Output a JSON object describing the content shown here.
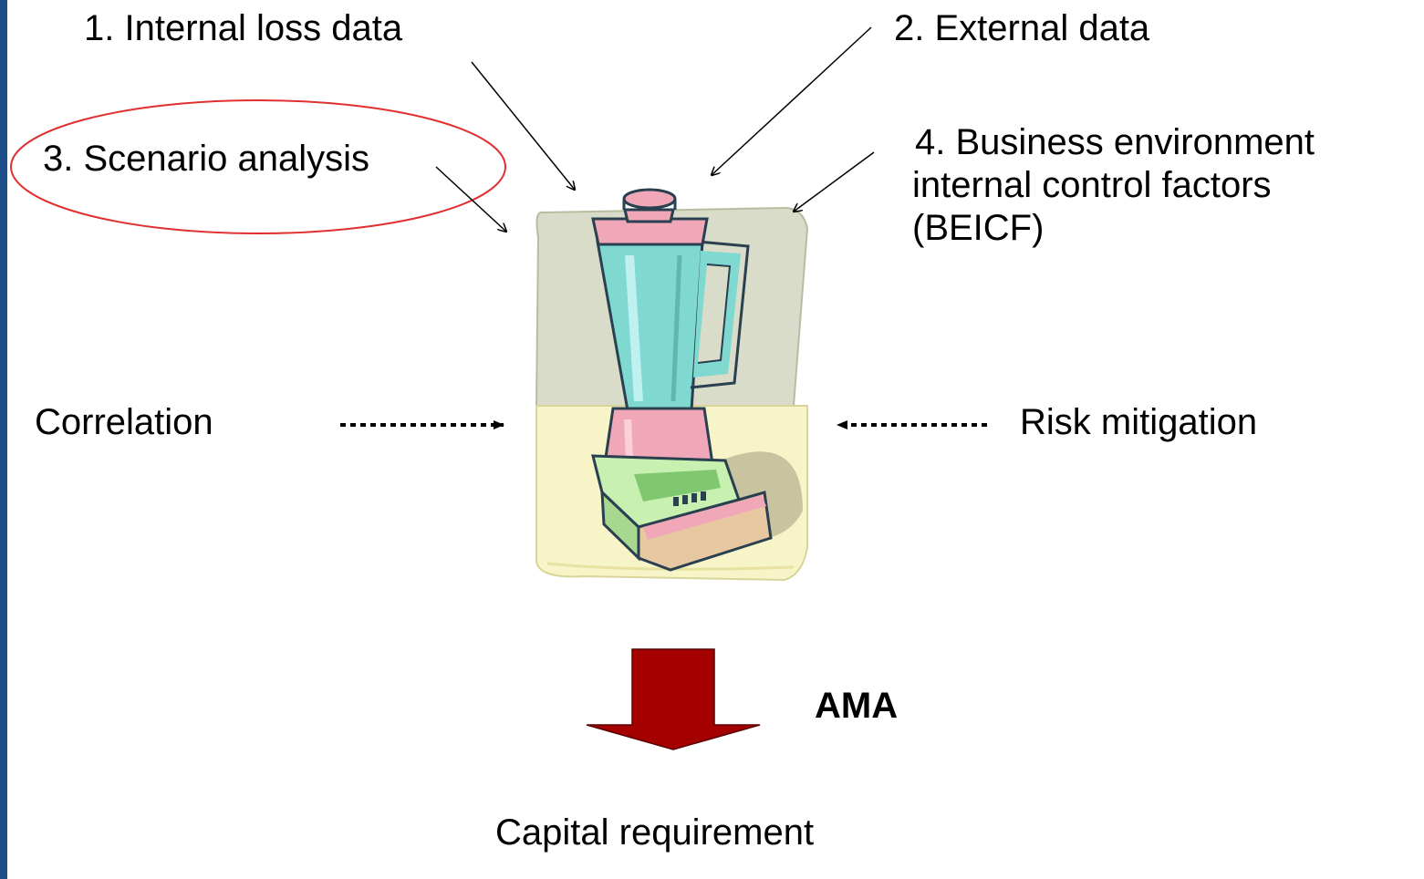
{
  "inputs": {
    "internal_loss": "1.  Internal loss data",
    "external": "2.  External data",
    "scenario": "3.  Scenario analysis",
    "beicf": [
      "4.  Business environment",
      "internal control factors",
      "(BEICF)"
    ]
  },
  "modifiers": {
    "correlation": "Correlation",
    "risk_mitigation": "Risk mitigation"
  },
  "method": "AMA",
  "output": "Capital requirement",
  "colors": {
    "accent_bar": "#1e4d8c",
    "highlight_ellipse": "#e03030",
    "down_arrow": "#a50000",
    "jar": "#7fd9d0",
    "pink_parts": "#f0a8b8",
    "base_green": "#c8f0b0",
    "background_panel": "#d8dcc8"
  },
  "icons": {
    "center_image": "blender-clipart"
  }
}
